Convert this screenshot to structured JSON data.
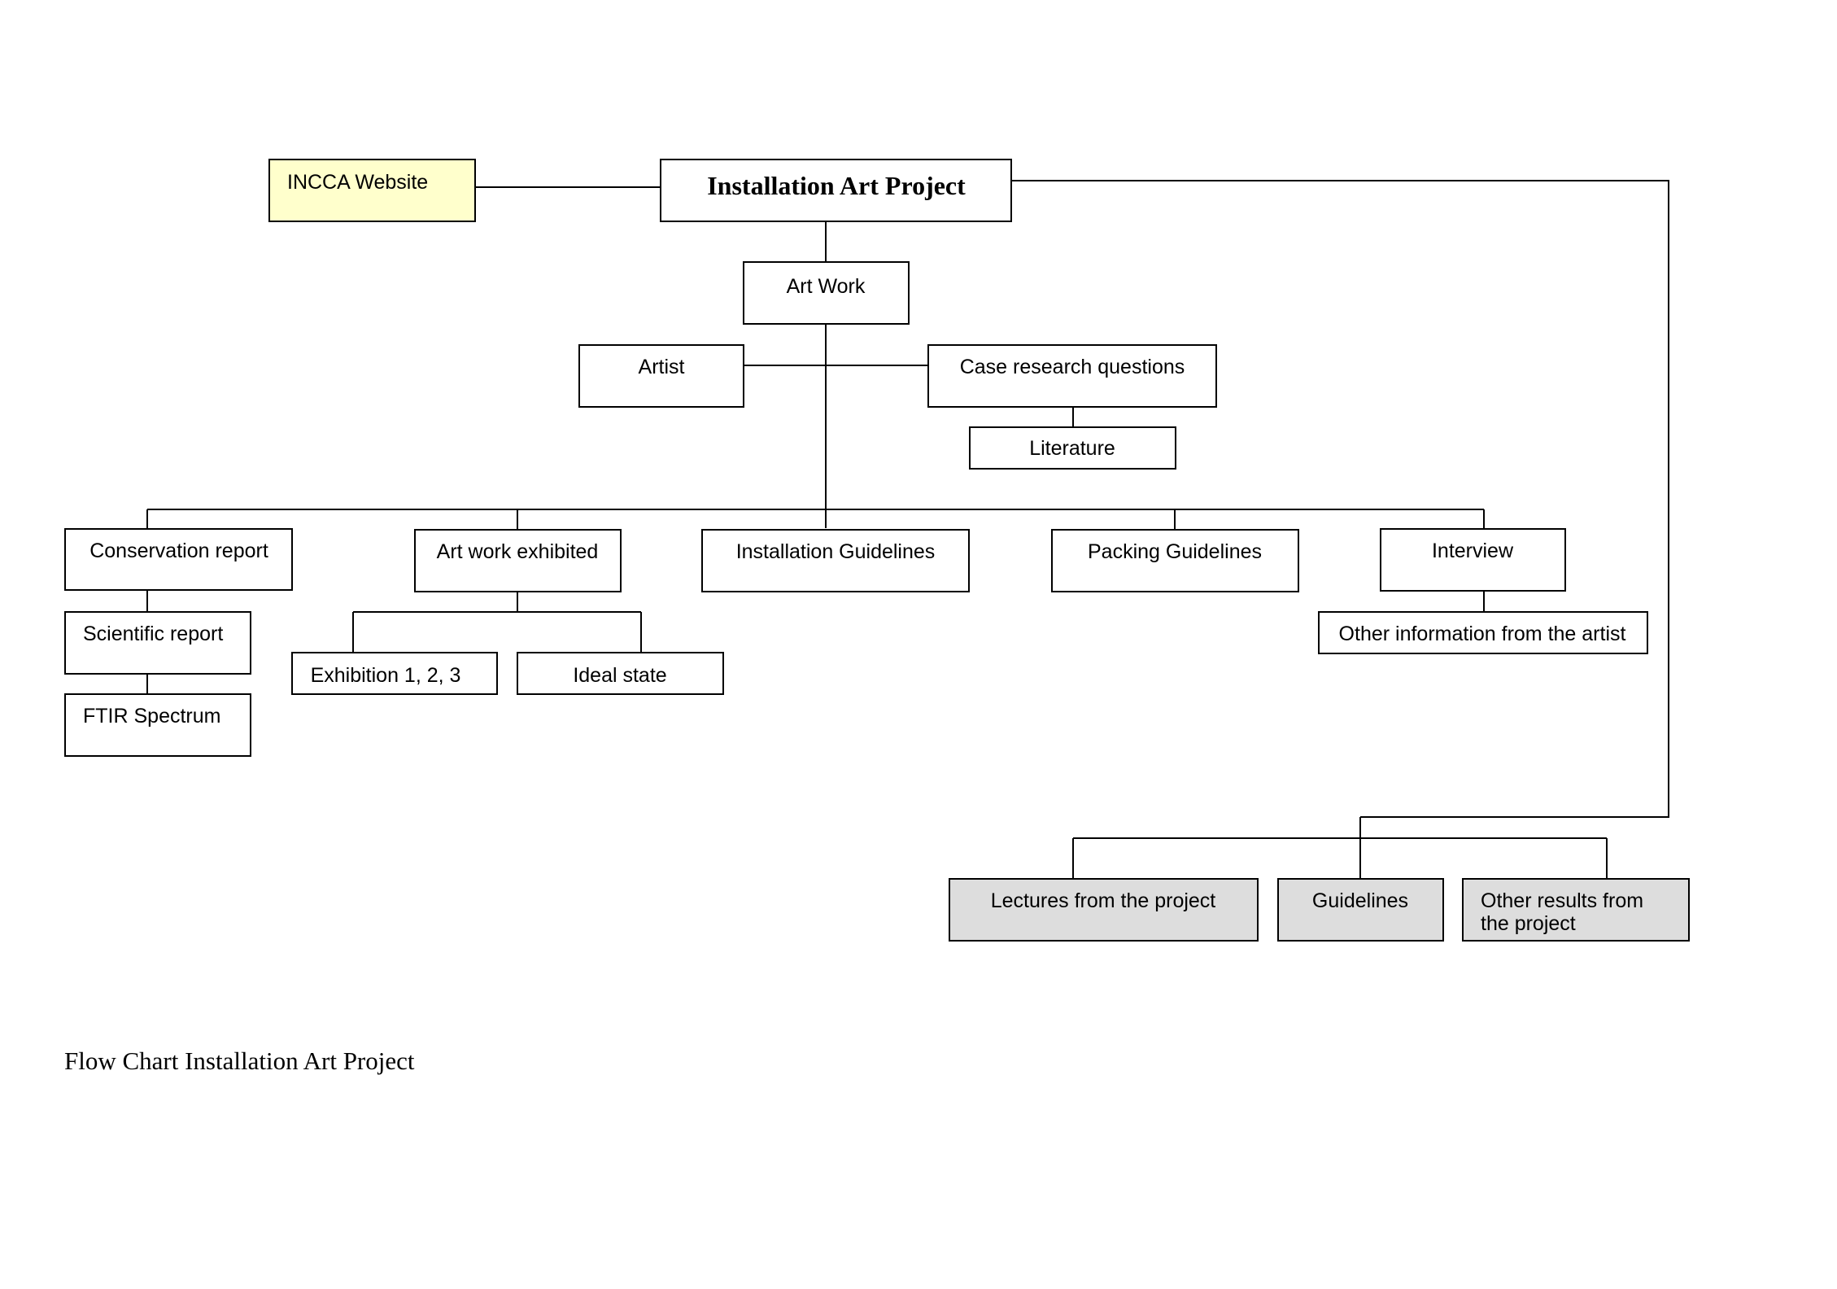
{
  "nodes": {
    "root": "Installation Art Project",
    "incca": "INCCA Website",
    "artwork": "Art Work",
    "artist": "Artist",
    "case_research": "Case research questions",
    "literature": "Literature",
    "conservation": "Conservation report",
    "scientific": "Scientific report",
    "ftir": "FTIR Spectrum",
    "exhibited": "Art work exhibited",
    "exhibition": "Exhibition 1, 2, 3",
    "ideal": "Ideal state",
    "install_guide": "Installation Guidelines",
    "packing": "Packing Guidelines",
    "interview": "Interview",
    "other_info": "Other information from the artist",
    "lectures": "Lectures from the project",
    "guidelines": "Guidelines",
    "other_results_1": "Other results from",
    "other_results_2": "the project"
  },
  "caption": "Flow Chart Installation Art Project",
  "colors": {
    "website_box": "#ffffcc",
    "results_box": "#dddddd",
    "line": "#000000"
  }
}
